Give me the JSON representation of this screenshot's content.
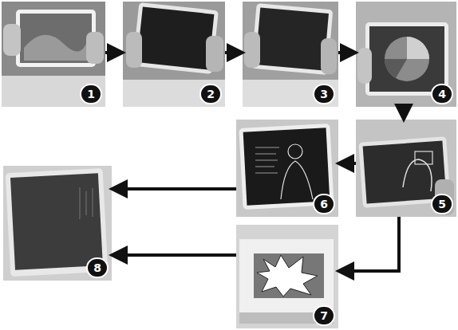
{
  "diagram": {
    "nodes": [
      {
        "text": [
          "1"
        ]
      },
      {
        "text": [
          "2"
        ]
      },
      {
        "text": [
          "3"
        ]
      },
      {
        "text": [
          "4"
        ]
      },
      {
        "text": [
          "5"
        ]
      },
      {
        "text": [
          "6"
        ]
      },
      {
        "text": [
          "7"
        ]
      },
      {
        "text": [
          "8"
        ]
      }
    ],
    "edges": [
      {
        "from": 0,
        "to": 1,
        "arrow": "to"
      },
      {
        "from": 1,
        "to": 2,
        "arrow": "to"
      },
      {
        "from": 2,
        "to": 3,
        "arrow": "to"
      },
      {
        "from": 3,
        "to": 4,
        "arrow": "to"
      },
      {
        "from": 4,
        "to": 5,
        "arrow": "to"
      },
      {
        "from": 5,
        "to": 7,
        "arrow": "to"
      },
      {
        "from": 4,
        "to": 6,
        "arrow": "to"
      },
      {
        "from": 6,
        "to": 7,
        "arrow": "to"
      }
    ]
  }
}
